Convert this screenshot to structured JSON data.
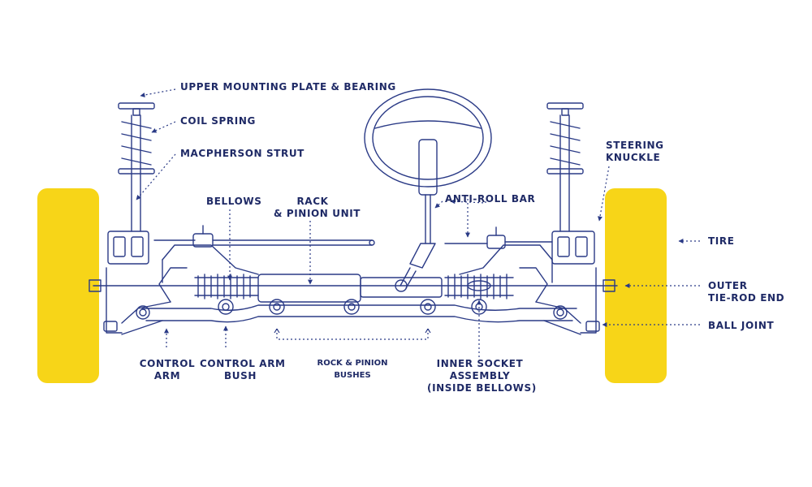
{
  "colors": {
    "ink": "#2a3a86",
    "label": "#1f2a66",
    "tire": "#f7d518",
    "background": "#ffffff"
  },
  "labels": {
    "upper_mounting_plate": "UPPER MOUNTING PLATE & BEARING",
    "coil_spring": "COIL SPRING",
    "macpherson_strut": "MACPHERSON STRUT",
    "bellows": "BELLOWS",
    "rack_pinion_unit_1": "RACK",
    "rack_pinion_unit_2": "& PINION UNIT",
    "anti_roll_bar": "ANTI-ROLL BAR",
    "steering_knuckle_1": "STEERING",
    "steering_knuckle_2": "KNUCKLE",
    "tire": "TIRE",
    "outer_tie_rod_end_1": "OUTER",
    "outer_tie_rod_end_2": "TIE-ROD END",
    "ball_joint": "BALL JOINT",
    "control_arm_1": "CONTROL",
    "control_arm_2": "ARM",
    "control_arm_bush_1": "CONTROL ARM",
    "control_arm_bush_2": "BUSH",
    "rack_pinion_bushes_1": "ROCK & PINION",
    "rack_pinion_bushes_2": "BUSHES",
    "inner_socket_1": "INNER SOCKET",
    "inner_socket_2": "ASSEMBLY",
    "inner_socket_3": "(INSIDE BELLOWS)"
  }
}
